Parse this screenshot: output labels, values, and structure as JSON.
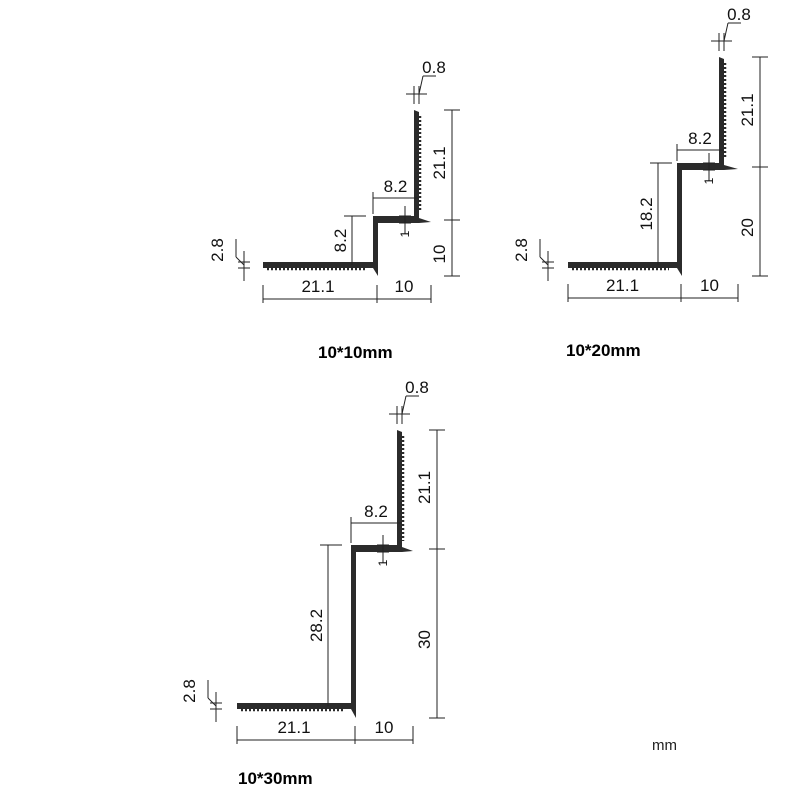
{
  "profiles": [
    {
      "title": "10*10mm",
      "thickness": "0.8",
      "upper_height": "21.1",
      "lower_height": "10",
      "step_width": "8.2",
      "step_depth": "8.2",
      "flange_thickness": "1",
      "base_thickness": "2.8",
      "base_length": "21.1",
      "base_offset": "10"
    },
    {
      "title": "10*20mm",
      "thickness": "0.8",
      "upper_height": "21.1",
      "lower_height": "20",
      "step_width": "8.2",
      "step_depth": "18.2",
      "flange_thickness": "1",
      "base_thickness": "2.8",
      "base_length": "21.1",
      "base_offset": "10"
    },
    {
      "title": "10*30mm",
      "thickness": "0.8",
      "upper_height": "21.1",
      "lower_height": "30",
      "step_width": "8.2",
      "step_depth": "28.2",
      "flange_thickness": "1",
      "base_thickness": "2.8",
      "base_length": "21.1",
      "base_offset": "10"
    }
  ],
  "unit_label": "mm"
}
